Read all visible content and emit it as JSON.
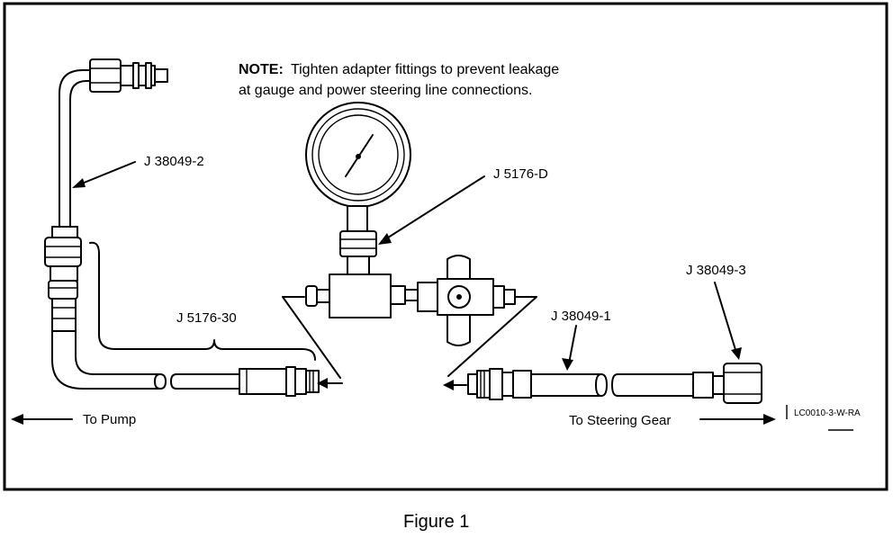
{
  "note": {
    "prefix": "NOTE:",
    "line1": "Tighten adapter fittings to prevent leakage",
    "line2": "at gauge and power steering line connections."
  },
  "labels": {
    "hose_pump": "J 38049-2",
    "gauge": "J 5176-D",
    "adapter_30": "J 5176-30",
    "hose_gear": "J 38049-1",
    "adapter_3": "J 38049-3"
  },
  "directions": {
    "to_pump": "To Pump",
    "to_gear": "To Steering Gear"
  },
  "reference_code": "LC0010-3-W-RA",
  "caption": "Figure 1"
}
